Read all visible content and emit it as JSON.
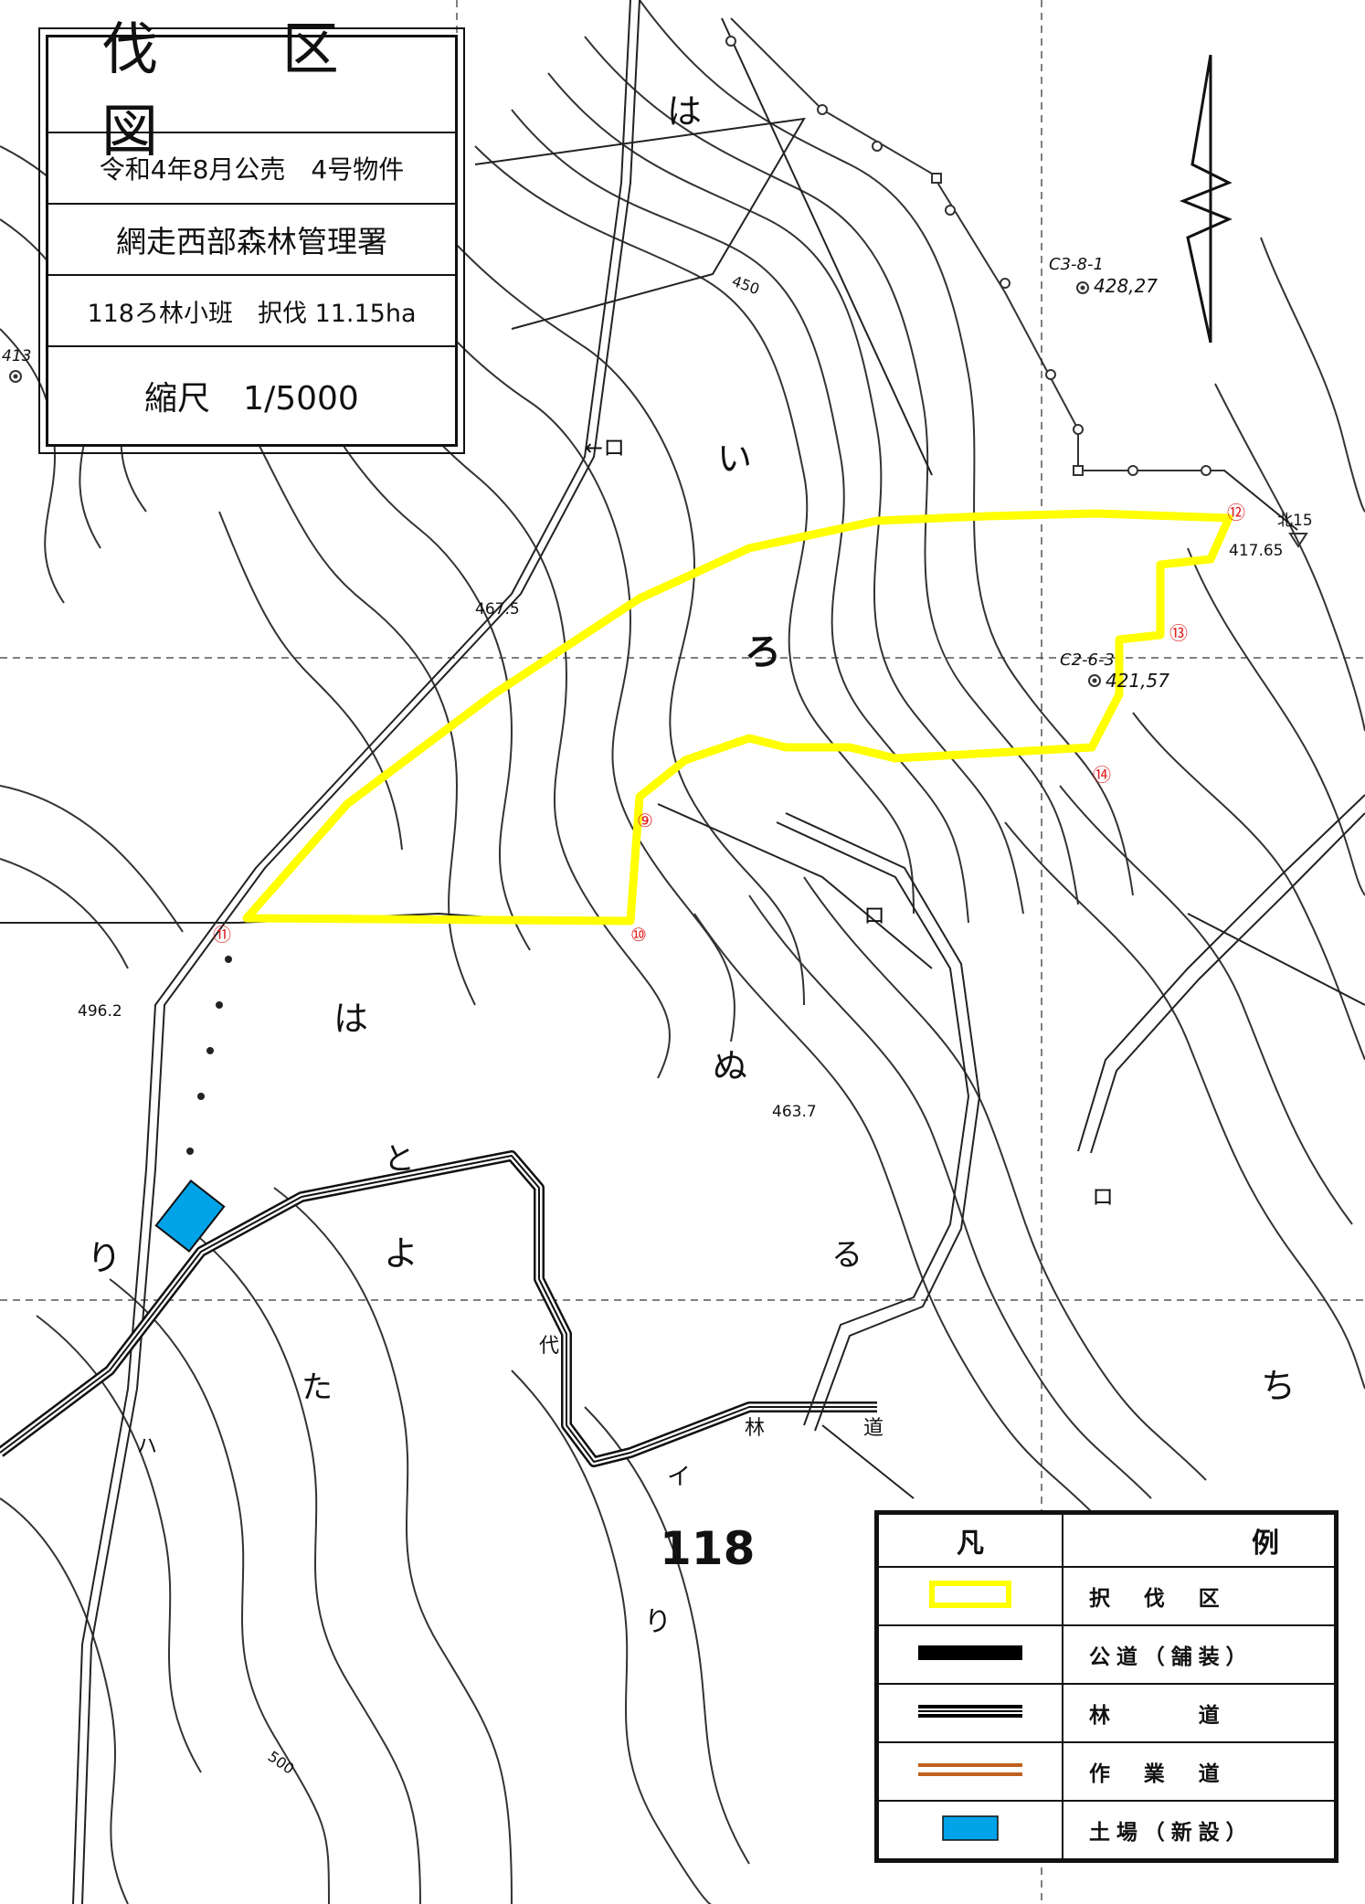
{
  "title_box": {
    "title": "伐 区 図",
    "announcement": "令和4年8月公売　4号物件",
    "office": "網走西部森林管理署",
    "stand": "118ろ林小班　択伐 11.15ha",
    "scale": "縮尺　1/5000"
  },
  "legend": {
    "header_symbol": "凡",
    "header_label": "例",
    "items": [
      {
        "label": "択　伐　区",
        "symbol": "selective-cutting-area",
        "color": "#ffff00"
      },
      {
        "label": "公道（舗装）",
        "symbol": "public-road-paved",
        "color": "#000000"
      },
      {
        "label": "林　　　道",
        "symbol": "forest-road",
        "color": "#000000"
      },
      {
        "label": "作　業　道",
        "symbol": "work-road",
        "color": "#c0601e"
      },
      {
        "label": "土場（新設）",
        "symbol": "landing-new",
        "color": "#00a2e8"
      }
    ]
  },
  "map_labels": {
    "compartment": "118",
    "subcompartment_ro": "ろ",
    "sub_i": "い",
    "sub_ha_top": "は",
    "sub_ha_mid": "は",
    "sub_nu": "ぬ",
    "sub_yo": "よ",
    "sub_ri_left": "り",
    "sub_ri_bottom": "り",
    "sub_chi": "ち",
    "sub_ta": "た",
    "sub_to": "と",
    "sub_ru": "る",
    "forest_road_text_1": "代",
    "forest_road_text_2": "林",
    "forest_road_text_3": "道",
    "elev_4675": "467.5",
    "elev_4962": "496.2",
    "elev_4637": "463.7",
    "contour_450": "450",
    "contour_500": "500",
    "bench_c381": "C3-8-1",
    "bench_c381_val": "428,27",
    "bench_c263": "C2-6-3",
    "bench_c263_val": "421,57",
    "bench_n15": "北15",
    "bench_n15_val": "417.65",
    "bench_left": "413",
    "point_9": "⑨",
    "point_10": "⑩",
    "point_11": "⑪",
    "point_12": "⑫",
    "point_13": "⑬",
    "point_14": "⑭",
    "arrow_ro_1": "←ロ",
    "arrow_ro_2": "ロ",
    "arrow_ro_3": "ロ",
    "arrow_i": "イ",
    "arrow_ha": "ハ"
  },
  "colors": {
    "cutting_area": "#ffff00",
    "landing": "#00a2e8",
    "point_marker": "#e02020",
    "contour": "#333333"
  }
}
